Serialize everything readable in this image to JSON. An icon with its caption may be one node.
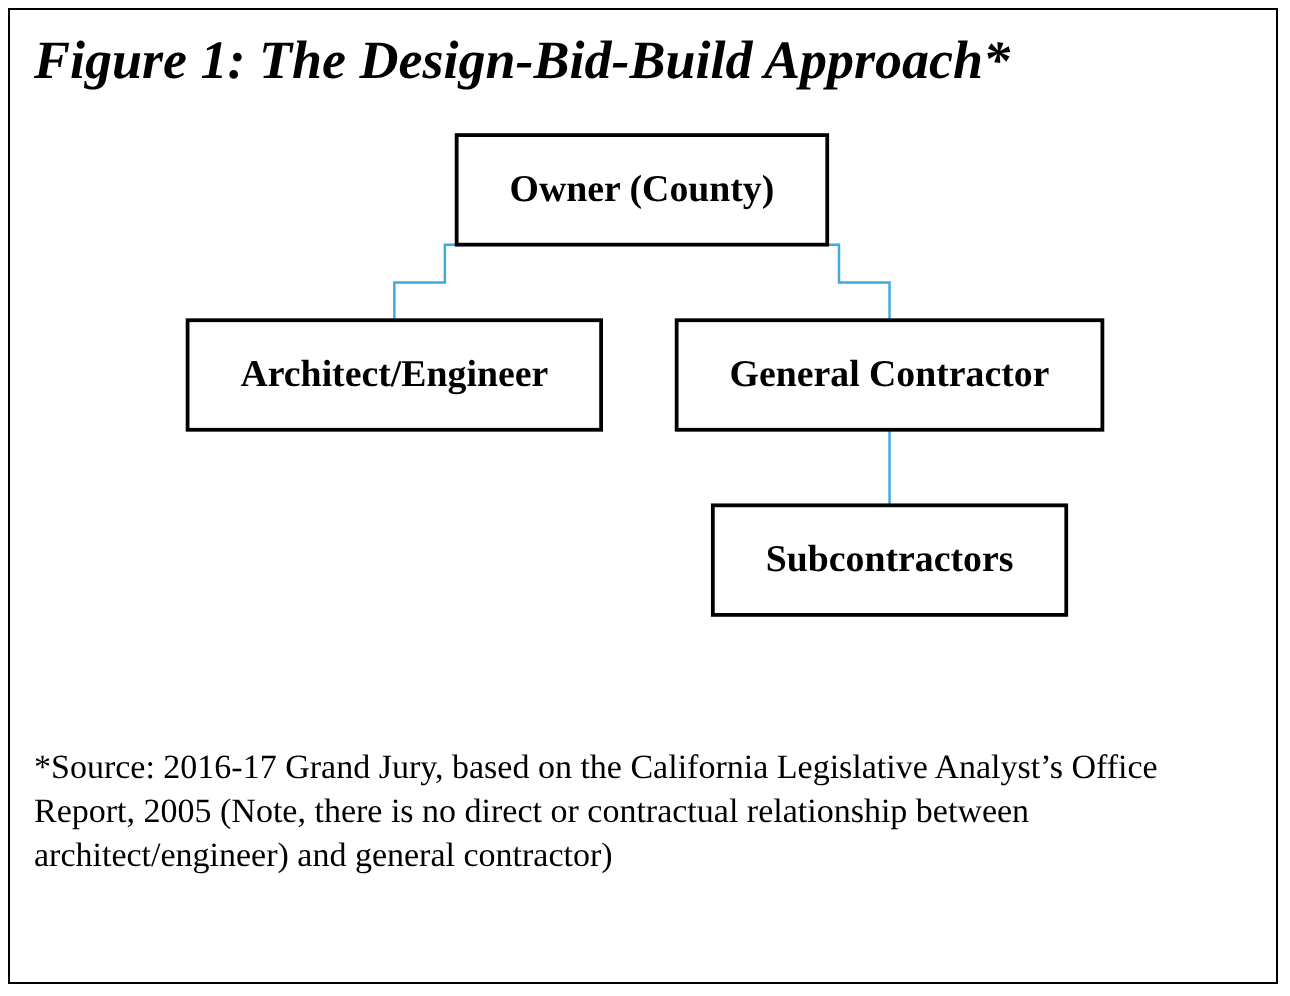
{
  "diagram": {
    "title": "Figure 1: The Design-Bid-Build Approach*",
    "caption": "*Source: 2016-17 Grand Jury, based on the California Legislative Analyst’s Office Report, 2005 (Note, there is no direct or contractual relationship between architect/engineer) and general contractor)",
    "nodes": [
      {
        "text": [
          "Owner (County)"
        ]
      },
      {
        "text": [
          "Architect/Engineer"
        ]
      },
      {
        "text": [
          "General Contractor"
        ]
      },
      {
        "text": [
          "Subcontractors"
        ]
      }
    ],
    "edges": [
      {
        "from": 0,
        "to": 1,
        "arrow": "none"
      },
      {
        "from": 0,
        "to": 2,
        "arrow": "none"
      },
      {
        "from": 2,
        "to": 3,
        "arrow": "none"
      }
    ]
  }
}
